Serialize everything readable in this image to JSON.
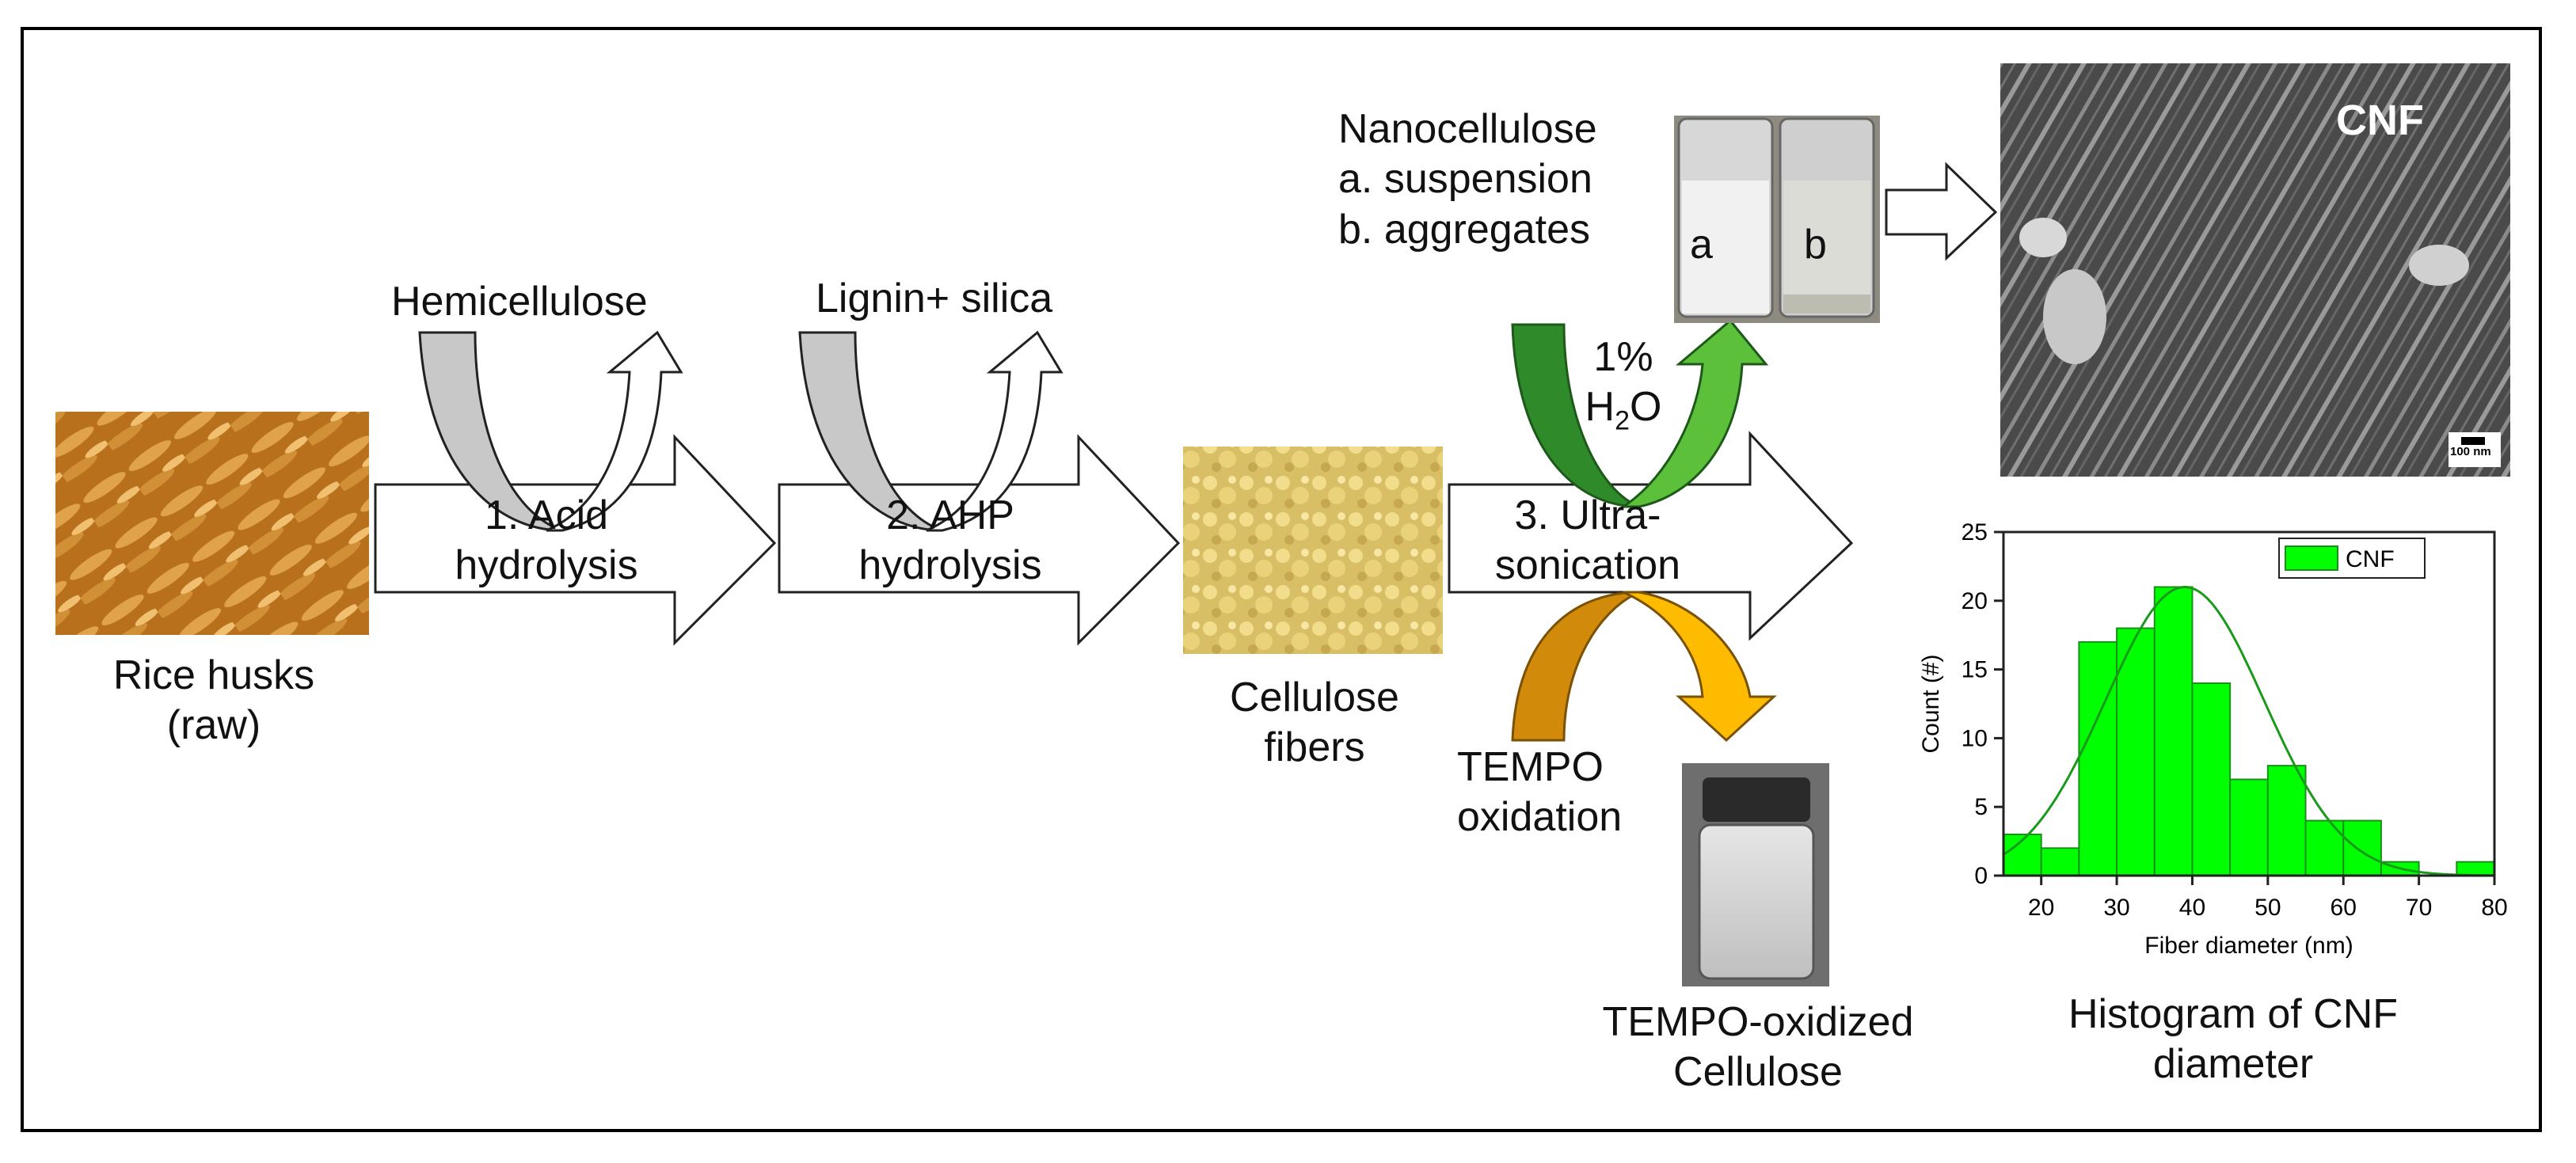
{
  "raw_material": {
    "line1": "Rice husks",
    "line2": "(raw)"
  },
  "step1": {
    "line1": "1. Acid",
    "line2": "hydrolysis",
    "byproduct": "Hemicellulose"
  },
  "step2": {
    "line1": "2. AHP",
    "line2": "hydrolysis",
    "byproduct": "Lignin+ silica"
  },
  "intermediate": {
    "line1": "Cellulose",
    "line2": "fibers"
  },
  "step3": {
    "line1": "3. Ultra-",
    "line2": "sonication",
    "conc": "1%",
    "solvent_main": "H",
    "solvent_sub": "2",
    "solvent_end": "O"
  },
  "nanocellulose": {
    "title": "Nanocellulose",
    "a": "a. suspension",
    "b": "b. aggregates",
    "vial_a": "a",
    "vial_b": "b"
  },
  "tempo": {
    "process_line1": "TEMPO",
    "process_line2": "oxidation",
    "product_line1": "TEMPO-oxidized",
    "product_line2": "Cellulose"
  },
  "sem": {
    "label": "CNF",
    "scalebar": "100 nm"
  },
  "histogram": {
    "caption_line1": "Histogram of CNF",
    "caption_line2": "diameter"
  },
  "chart_data": {
    "type": "bar",
    "title": "",
    "xlabel": "Fiber diameter (nm)",
    "ylabel": "Count (#)",
    "xlim": [
      15,
      80
    ],
    "ylim": [
      0,
      25
    ],
    "xticks": [
      20,
      30,
      40,
      50,
      60,
      70,
      80
    ],
    "yticks": [
      0,
      5,
      10,
      15,
      20,
      25
    ],
    "bin_width": 5,
    "bin_starts": [
      15,
      20,
      25,
      30,
      35,
      40,
      45,
      50,
      55,
      60,
      65,
      70,
      75
    ],
    "values": [
      3,
      2,
      17,
      18,
      21,
      14,
      7,
      8,
      4,
      4,
      1,
      0,
      1
    ],
    "series": [
      {
        "name": "CNF",
        "color": "#00ff00"
      }
    ],
    "fit": {
      "type": "gaussian",
      "peak": 21,
      "center": 39,
      "sigma": 10.5
    },
    "legend": "top-right",
    "grid": false
  },
  "colors": {
    "husk": "#c9862a",
    "fibers": "#e2c86a",
    "gray_arrow": "#c8c8c8",
    "green_dark": "#2f8a2a",
    "green_light": "#5cc03a",
    "orange_dark": "#d18a0a",
    "orange_light": "#ffbb00",
    "bar": "#00ff00",
    "bar_edge": "#1a8f1a"
  }
}
